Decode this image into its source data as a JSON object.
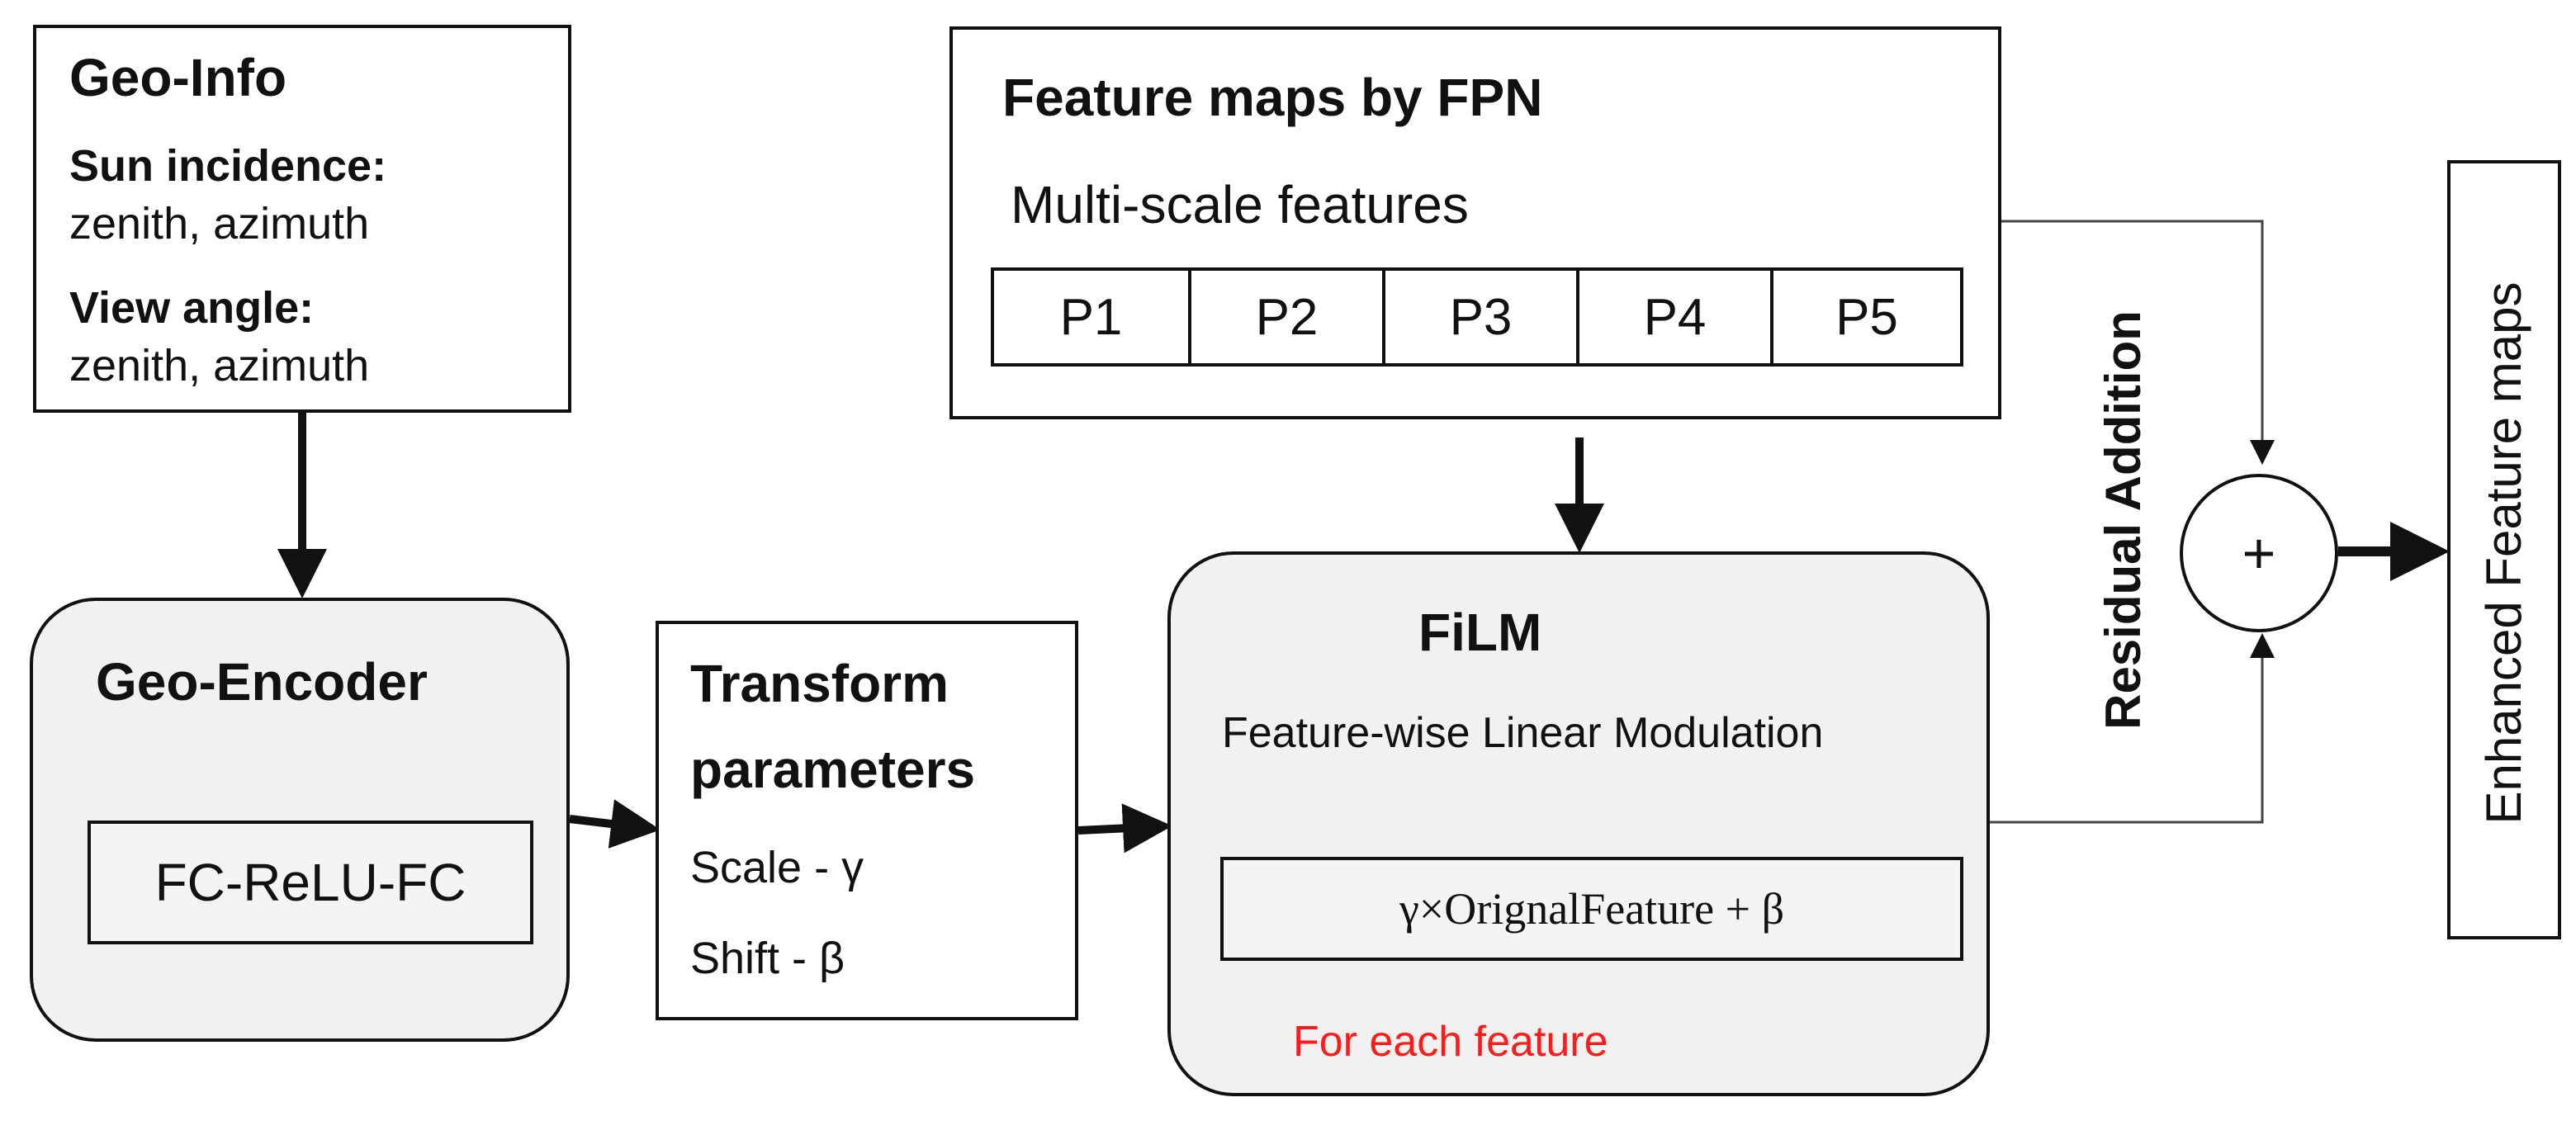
{
  "geo_info": {
    "title": "Geo-Info",
    "sun_label": "Sun incidence:",
    "sun_value": "zenith, azimuth",
    "view_label": "View angle:",
    "view_value": "zenith, azimuth"
  },
  "fpn": {
    "title": "Feature maps by FPN",
    "subtitle": "Multi-scale features",
    "levels": [
      "P1",
      "P2",
      "P3",
      "P4",
      "P5"
    ]
  },
  "geo_encoder": {
    "title": "Geo-Encoder",
    "layer": "FC-ReLU-FC"
  },
  "transform": {
    "title_line1": "Transform",
    "title_line2": "parameters",
    "scale": "Scale - γ",
    "shift": "Shift - β"
  },
  "film": {
    "title": "FiLM",
    "subtitle": "Feature-wise Linear Modulation",
    "formula": "γ×OrignalFeature + β",
    "note": "For each feature",
    "note_color": "#ff1a1a"
  },
  "residual": {
    "label": "Residual Addition",
    "op": "+"
  },
  "output": {
    "label": "Enhanced Feature maps"
  }
}
